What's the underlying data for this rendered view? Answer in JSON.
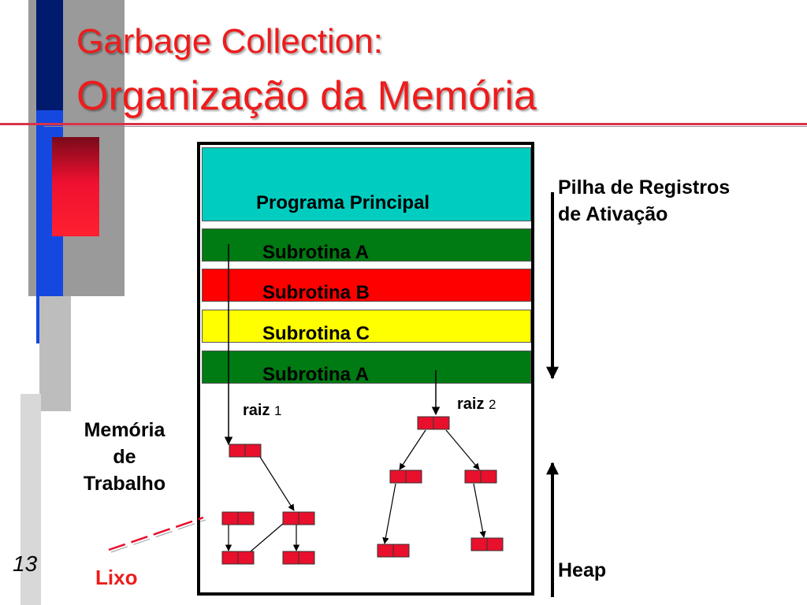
{
  "title": {
    "line1": "Garbage Collection:",
    "line2": "Organização da Memória"
  },
  "page_number": "13",
  "stack": {
    "main": "Programa Principal",
    "frames": [
      "Subrotina A",
      "Subrotina B",
      "Subrotina C",
      "Subrotina A"
    ]
  },
  "labels": {
    "stack_line1": "Pilha de Registros",
    "stack_line2": "de Ativação",
    "heap": "Heap",
    "memory_line1": "Memória",
    "memory_line2": "de",
    "memory_line3": "Trabalho",
    "garbage": "Lixo",
    "root1_word": "raiz",
    "root1_num": "1",
    "root2_word": "raiz",
    "root2_num": "2"
  },
  "colors": {
    "title": "#ee1c1c",
    "main_frame": "#00cdc0",
    "subrotina_a": "#007a12",
    "subrotina_b": "#ff0000",
    "subrotina_c": "#ffff00",
    "heap_node": "#e8102c",
    "garbage": "#ee1c1c"
  }
}
